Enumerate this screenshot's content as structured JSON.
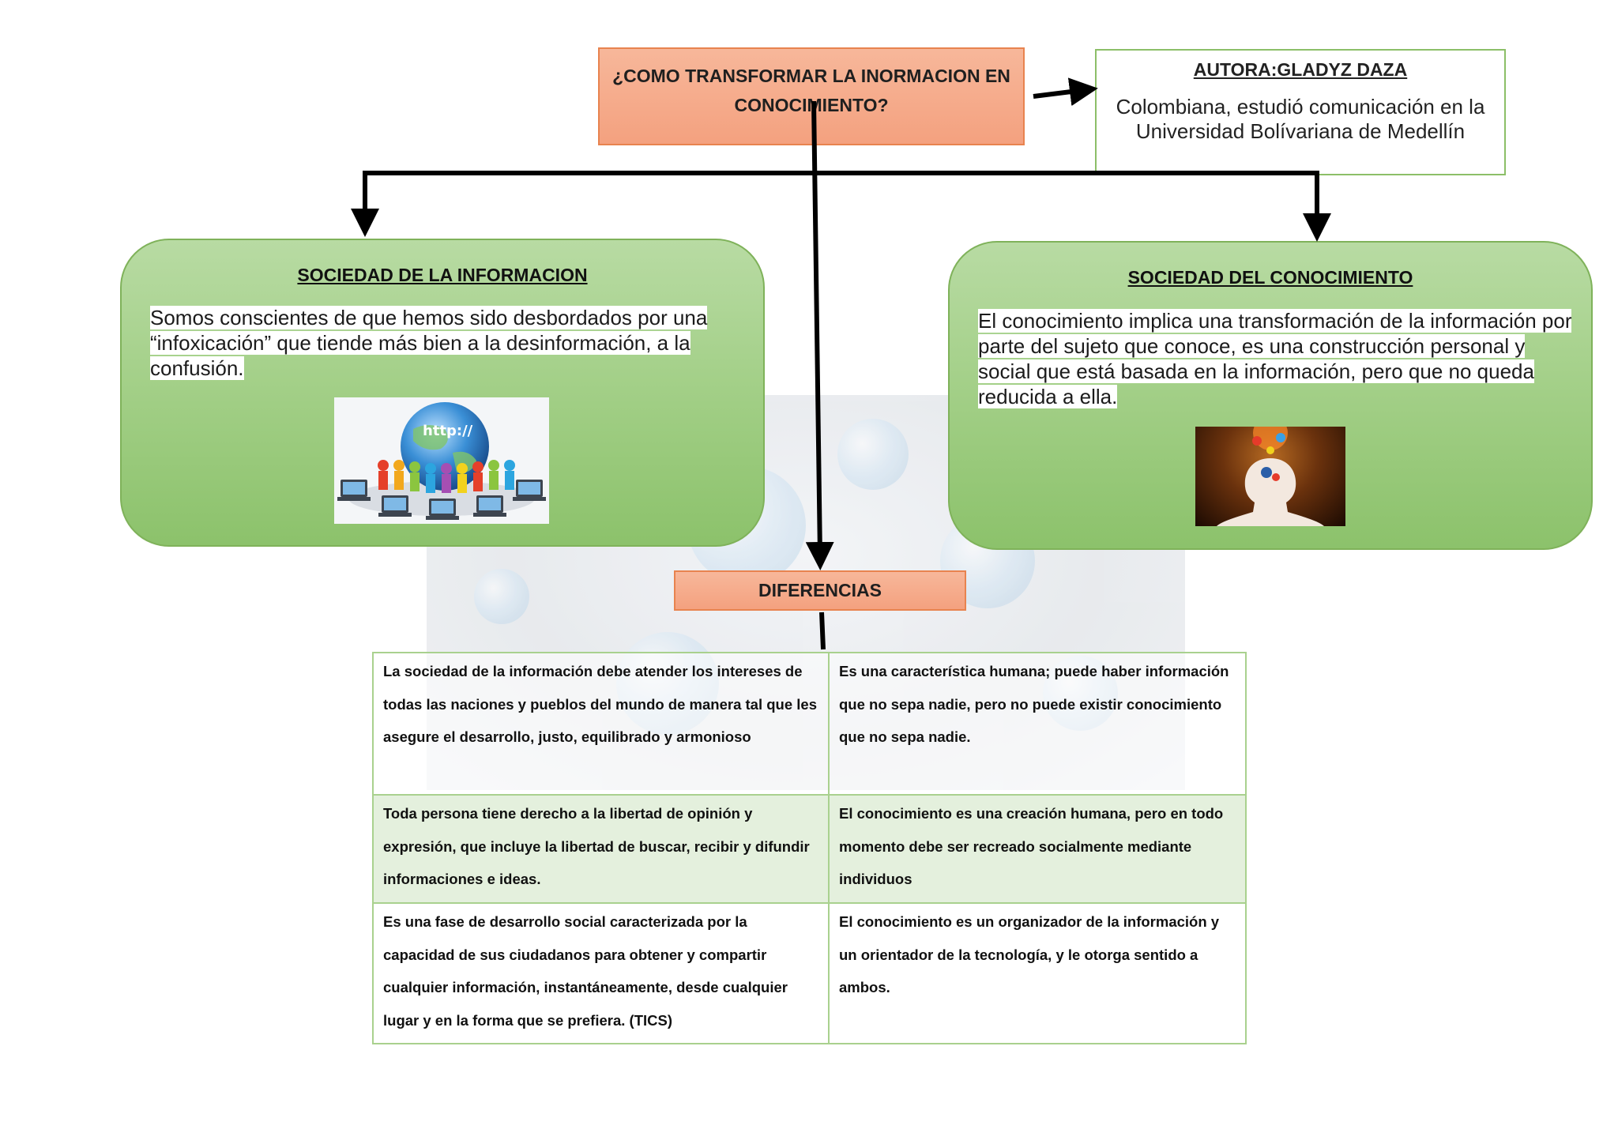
{
  "title": "¿COMO TRANSFORMAR LA INORMACION EN CONOCIMIENTO?",
  "author": {
    "title": "AUTORA:GLADYZ DAZA",
    "text": "Colombiana, estudió comunicación en la Universidad Bolívariana de Medellín"
  },
  "left_box": {
    "title": "SOCIEDAD DE LA INFORMACION",
    "text": "Somos conscientes de que hemos sido desbordados por una “infoxicación” que tiende más bien a la desinformación, a la confusión.",
    "image_label": "http://"
  },
  "right_box": {
    "title": "SOCIEDAD DEL CONOCIMIENTO",
    "text": "El conocimiento implica una transformación de la información por parte del sujeto que conoce, es una construcción personal y social que está basada en la información, pero que no queda reducida a ella."
  },
  "differences": {
    "title": "DIFERENCIAS",
    "rows": [
      [
        "La sociedad de la información debe atender los intereses de todas las naciones y pueblos del mundo de manera tal que les asegure el desarrollo, justo, equilibrado y armonioso",
        "Es una característica humana; puede haber información que no sepa nadie, pero no puede existir conocimiento que no sepa nadie."
      ],
      [
        "Toda persona tiene derecho a la libertad de opinión y expresión, que incluye la libertad de buscar, recibir y difundir informaciones e ideas.",
        "El conocimiento es una creación humana, pero en todo momento debe ser recreado socialmente mediante individuos"
      ],
      [
        "Es una fase de desarrollo social caracterizada por la capacidad de sus ciudadanos para obtener y compartir cualquier información, instantáneamente, desde cualquier lugar y en la forma que se prefiera. (TICS)",
        "El conocimiento es un organizador de la información y un orientador de la tecnología, y le otorga sentido a ambos."
      ]
    ]
  },
  "colors": {
    "orange_fill": "#f4a17f",
    "orange_border": "#e8834f",
    "green_fill": "#a4d089",
    "green_border": "#7fb25a",
    "table_border": "#a9d18e",
    "table_shade": "#e2efda"
  }
}
